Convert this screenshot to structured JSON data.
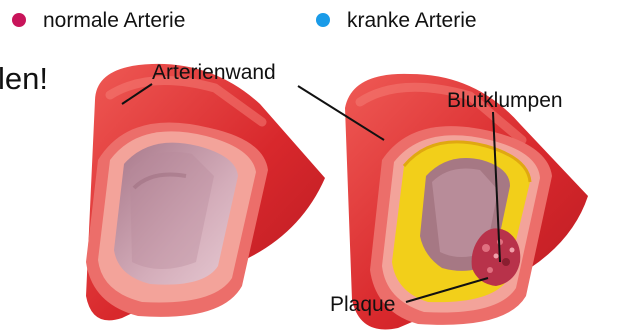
{
  "legend": {
    "items": [
      {
        "label": "normale Arterie",
        "color": "#c8145a"
      },
      {
        "label": "kranke Arterie",
        "color": "#1a9be8"
      }
    ]
  },
  "fragment_text": "len!",
  "labels": {
    "wall": "Arterienwand",
    "clot": "Blutklumpen",
    "plaque": "Plaque"
  },
  "colors": {
    "artery_outer": "#e23a3c",
    "artery_cut": "#f28a84",
    "lumen_healthy": "#c69aa8",
    "plaque": "#f2cf1a",
    "clot": "#b8324a",
    "leader_line": "#111111"
  }
}
